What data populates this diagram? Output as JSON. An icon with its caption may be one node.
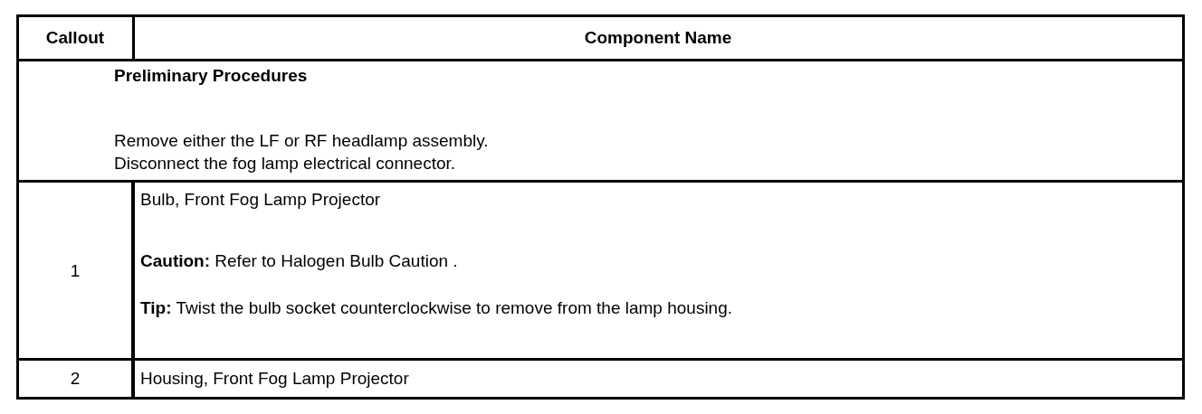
{
  "diagram": {
    "labels": [
      "Callout",
      "Component Name",
      "Preliminary Procedures",
      "Remove either the LF or RF headlamp assembly.",
      "Disconnect the fog lamp electrical connector.",
      "1",
      "Bulb, Front Fog Lamp Projector",
      "**Caution:** Refer to Halogen Bulb Caution .",
      "**Tip:** Twist the bulb socket counterclockwise to remove from the lamp housing.",
      "2",
      "Housing, Front Fog Lamp Projector"
    ]
  }
}
